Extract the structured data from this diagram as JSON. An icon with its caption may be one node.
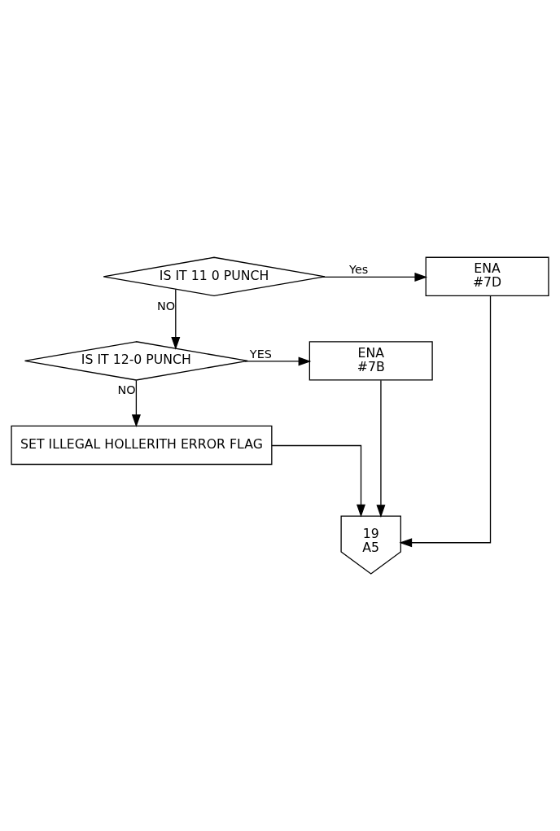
{
  "diagram": {
    "nodes": [
      {
        "text": [
          "IS IT 11 0 PUNCH"
        ]
      },
      {
        "text": [
          "ENA",
          "#7D"
        ]
      },
      {
        "text": [
          "IS IT 12-0 PUNCH"
        ]
      },
      {
        "text": [
          "ENA",
          "#7B"
        ]
      },
      {
        "text": [
          "SET ILLEGAL HOLLERITH ERROR FLAG"
        ]
      },
      {
        "text": [
          "19",
          "A5"
        ]
      }
    ],
    "edges": [
      {
        "from": 0,
        "to": 1,
        "arrow": "to",
        "label": "Yes"
      },
      {
        "from": 0,
        "to": 2,
        "arrow": "to",
        "label": "NO"
      },
      {
        "from": 2,
        "to": 3,
        "arrow": "to",
        "label": "YES"
      },
      {
        "from": 2,
        "to": 4,
        "arrow": "to",
        "label": "NO"
      },
      {
        "from": 1,
        "to": 5,
        "arrow": "to"
      },
      {
        "from": 3,
        "to": 5,
        "arrow": "to"
      },
      {
        "from": 4,
        "to": 5,
        "arrow": "to"
      }
    ]
  }
}
